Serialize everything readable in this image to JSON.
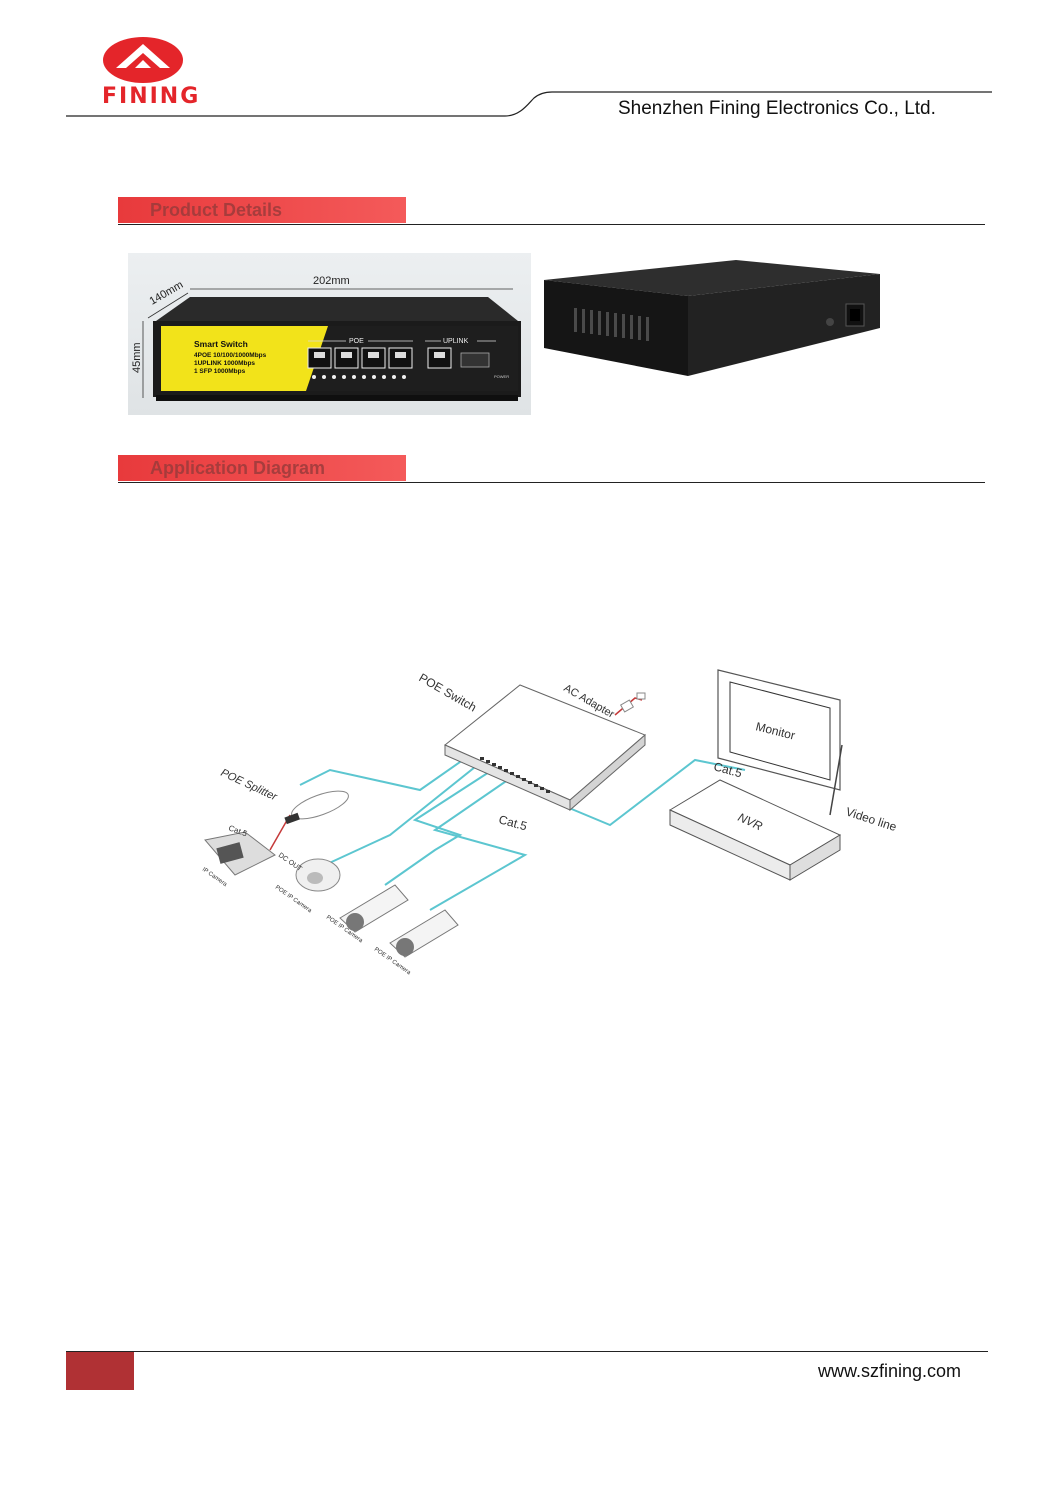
{
  "header": {
    "logo_text": "FINING",
    "company": "Shenzhen Fining Electronics Co., Ltd."
  },
  "sections": {
    "product_details": "Product Details",
    "application_diagram": "Application Diagram"
  },
  "product_photo": {
    "width_label": "202mm",
    "depth_label": "140mm",
    "height_label": "45mm",
    "panel_title": "Smart Switch",
    "panel_lines": [
      "4POE 10/100/1000Mbps",
      "1UPLINK 1000Mbps",
      "1 SFP 1000Mbps"
    ],
    "poe_label": "POE",
    "uplink_label": "UPLINK",
    "power_label": "POWER"
  },
  "diagram": {
    "poe_switch": "POE Switch",
    "ac_adapter": "AC Adapter",
    "poe_splitter": "POE Splitter",
    "cat5_a": "Cat.5",
    "cat5_b": "Cat.5",
    "cat5_small": "Cat.5",
    "dc_out": "DC OUT",
    "ip_camera": "IP Camera",
    "poe_ip_camera_1": "POE IP Camera",
    "poe_ip_camera_2": "POE IP Camera",
    "poe_ip_camera_3": "POE IP Camera",
    "monitor": "Monitor",
    "nvr": "NVR",
    "video_line": "Video line"
  },
  "footer": {
    "url": "www.szfining.com"
  },
  "colors": {
    "brand_red": "#e4252a",
    "cable_cyan": "#5cc6d0",
    "footer_block": "#b03134"
  }
}
